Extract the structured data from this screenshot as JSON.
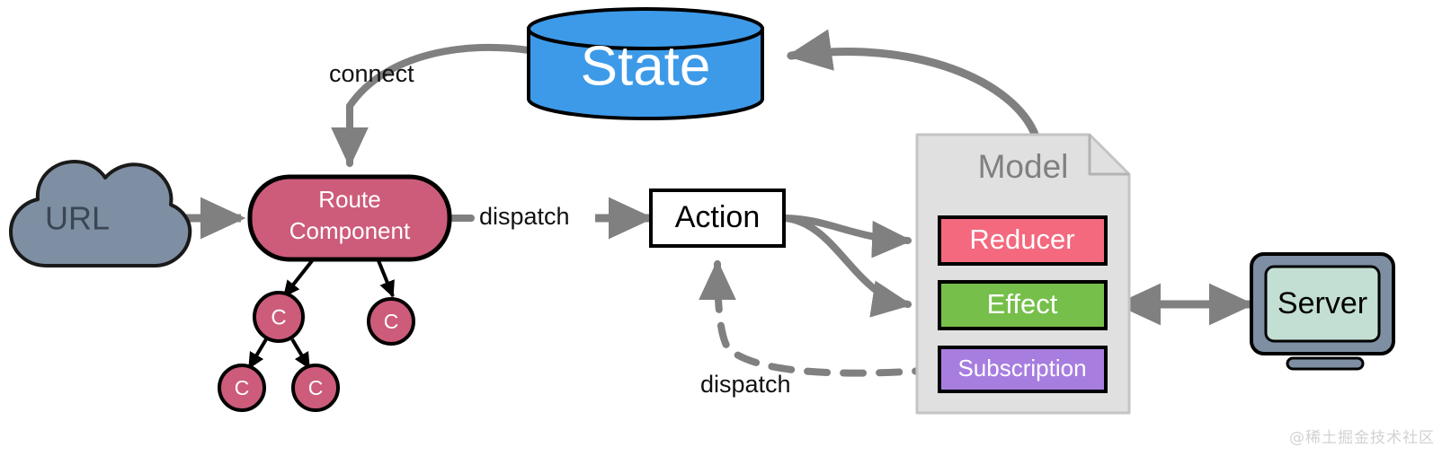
{
  "diagram": {
    "title": "dva data flow diagram",
    "nodes": {
      "url": {
        "label": "URL",
        "shape": "cloud",
        "fill": "#7e8fa3",
        "text_color": "#3a4654"
      },
      "route_component": {
        "label_line1": "Route",
        "label_line2": "Component",
        "shape": "rounded-rect",
        "fill": "#cc5c7a",
        "text_color": "#ffffff"
      },
      "state": {
        "label": "State",
        "shape": "cylinder",
        "fill": "#3d9ae8",
        "text_color": "#ffffff"
      },
      "action": {
        "label": "Action",
        "shape": "rect",
        "fill": "#ffffff",
        "text_color": "#000000"
      },
      "model": {
        "label": "Model",
        "shape": "document",
        "fill": "#e0e0e0",
        "text_color": "#808080"
      },
      "reducer": {
        "label": "Reducer",
        "shape": "rect",
        "fill": "#f4697e",
        "text_color": "#ffffff"
      },
      "effect": {
        "label": "Effect",
        "shape": "rect",
        "fill": "#76bf4a",
        "text_color": "#ffffff"
      },
      "subscription": {
        "label": "Subscription",
        "shape": "rect",
        "fill": "#a77ee0",
        "text_color": "#ffffff"
      },
      "server": {
        "label": "Server",
        "shape": "monitor",
        "fill": "#c3dfd3",
        "bezel": "#7e8fa3",
        "text_color": "#000000"
      },
      "components": [
        {
          "label": "C",
          "fill": "#cc5c7a",
          "text_color": "#ffffff"
        },
        {
          "label": "C",
          "fill": "#cc5c7a",
          "text_color": "#ffffff"
        },
        {
          "label": "C",
          "fill": "#cc5c7a",
          "text_color": "#ffffff"
        },
        {
          "label": "C",
          "fill": "#cc5c7a",
          "text_color": "#ffffff"
        }
      ]
    },
    "edges": [
      {
        "id": "url-to-route",
        "label": "",
        "from": "url",
        "to": "route_component",
        "style": "solid",
        "color": "#808080"
      },
      {
        "id": "state-to-route",
        "label": "connect",
        "from": "state",
        "to": "route_component",
        "style": "solid",
        "color": "#808080"
      },
      {
        "id": "route-to-action",
        "label": "dispatch",
        "from": "route_component",
        "to": "action",
        "style": "solid",
        "color": "#808080"
      },
      {
        "id": "action-to-reducer",
        "label": "",
        "from": "action",
        "to": "reducer",
        "style": "solid",
        "color": "#808080"
      },
      {
        "id": "action-to-effect",
        "label": "",
        "from": "action",
        "to": "effect",
        "style": "solid",
        "color": "#808080"
      },
      {
        "id": "model-to-state",
        "label": "",
        "from": "model",
        "to": "state",
        "style": "solid",
        "color": "#808080"
      },
      {
        "id": "effect-to-server",
        "label": "",
        "from": "effect",
        "to": "server",
        "style": "solid-bidirectional",
        "color": "#808080"
      },
      {
        "id": "subscription-to-action",
        "label": "dispatch",
        "from": "subscription",
        "to": "action",
        "style": "dashed",
        "color": "#808080"
      },
      {
        "id": "route-to-c1",
        "label": "",
        "from": "route_component",
        "to": "components.0",
        "style": "solid",
        "color": "#000000"
      },
      {
        "id": "route-to-c2",
        "label": "",
        "from": "route_component",
        "to": "components.1",
        "style": "solid",
        "color": "#000000"
      },
      {
        "id": "c1-to-c3",
        "label": "",
        "from": "components.0",
        "to": "components.2",
        "style": "solid",
        "color": "#000000"
      },
      {
        "id": "c1-to-c4",
        "label": "",
        "from": "components.0",
        "to": "components.3",
        "style": "solid",
        "color": "#000000"
      }
    ],
    "labels": {
      "connect": "connect",
      "dispatch_route": "dispatch",
      "dispatch_subscription": "dispatch"
    },
    "watermark": "@稀土掘金技术社区"
  }
}
